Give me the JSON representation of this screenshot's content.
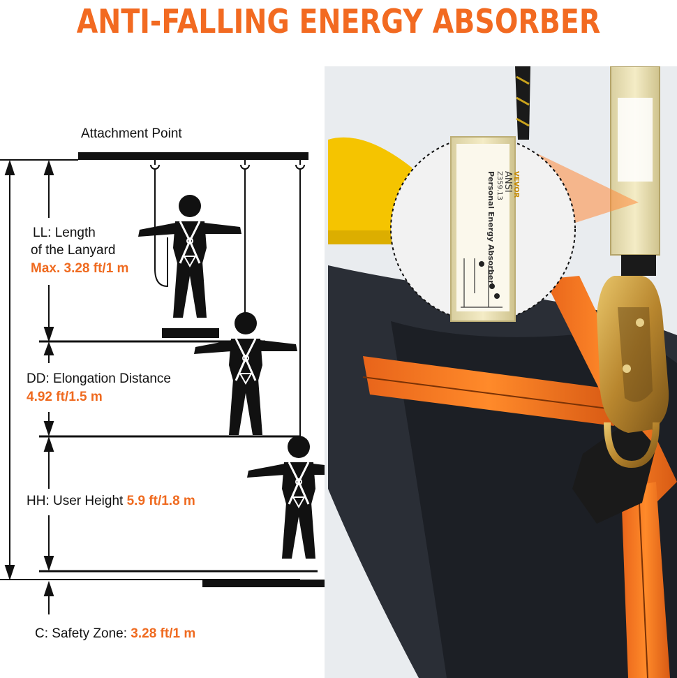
{
  "title": "ANTI-FALLING ENERGY ABSORBER",
  "labels": {
    "attachment_point": "Attachment Point",
    "ll_line1": "LL: Length",
    "ll_line2": "of the Lanyard",
    "ll_value": "Max. 3.28 ft/1 m",
    "dd_label": "DD: Elongation Distance",
    "dd_value": "4.92 ft/1.5 m",
    "hh_label": "HH: User Height",
    "hh_value": "5.9 ft/1.8 m",
    "c_label": "C: Safety Zone:",
    "c_value": "3.28 ft/1 m"
  },
  "product_label": {
    "brand": "VEVOR",
    "standard": "ANSI",
    "standard_code": "Z359.13",
    "name": "Personal Energy Absorber"
  },
  "colors": {
    "accent": "#f26a21",
    "strap": "#f47a20",
    "helmet": "#f5c400",
    "fabric": "#1a1a1a"
  }
}
